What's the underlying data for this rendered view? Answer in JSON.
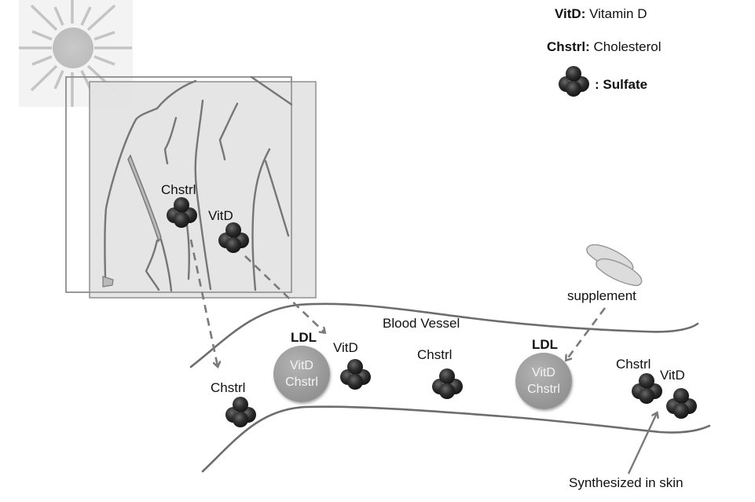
{
  "legend": {
    "vitd_abbr": "VitD:",
    "vitd_full": "Vitamin D",
    "chstrl_abbr": "Chstrl:",
    "chstrl_full": "Cholesterol",
    "sulfate_label": ": Sulfate"
  },
  "skin_panel": {
    "chstrl_label": "Chstrl",
    "vitd_label": "VitD"
  },
  "vessel": {
    "title": "Blood Vessel",
    "molecules": [
      {
        "label": "Chstrl"
      },
      {
        "label": "VitD"
      },
      {
        "label": "Chstrl"
      },
      {
        "label": "Chstrl"
      },
      {
        "label": "VitD"
      }
    ],
    "ldl_particles": [
      {
        "title": "LDL",
        "line1": "VitD",
        "line2": "Chstrl"
      },
      {
        "title": "LDL",
        "line1": "VitD",
        "line2": "Chstrl"
      }
    ]
  },
  "supplement_label": "supplement",
  "synthesized_label": "Synthesized in skin",
  "colors": {
    "line": "#6f6f6f",
    "panel": "#e6e6e6",
    "ldl": "#9a9a9a",
    "molecule": "#2b2b2b"
  }
}
